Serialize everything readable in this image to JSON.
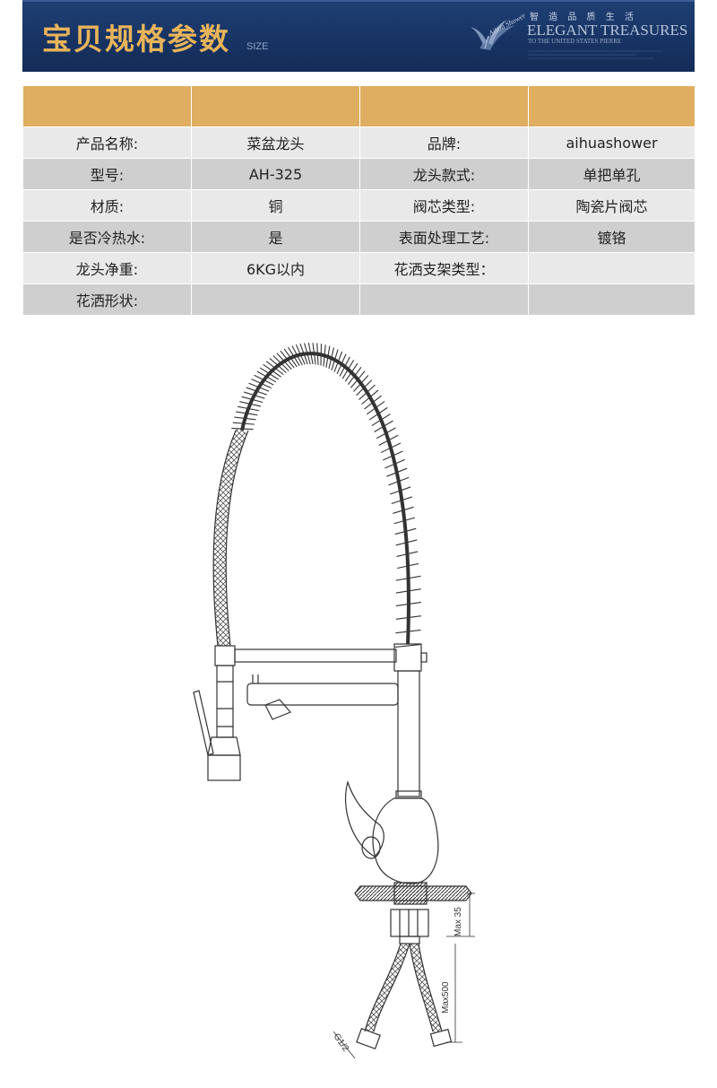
{
  "header": {
    "title": "宝贝规格参数",
    "subtitle": "SIZE",
    "brand_cn": "智 造 品 质 生 活",
    "brand_en": "ELEGANT TREASURES",
    "brand_en_small": "TO THE UNITED STATES PIERRE",
    "logo_text": "Aihua Shower"
  },
  "spec_table": {
    "header_row": [
      "",
      "",
      "",
      ""
    ],
    "rows": [
      {
        "label1": "产品名称:",
        "value1": "菜盆龙头",
        "label2": "品牌:",
        "value2": "aihuashower"
      },
      {
        "label1": "型号:",
        "value1": "AH-325",
        "label2": "龙头款式:",
        "value2": "单把单孔"
      },
      {
        "label1": "材质:",
        "value1": "铜",
        "label2": "阀芯类型:",
        "value2": "陶瓷片阀芯"
      },
      {
        "label1": "是否冷热水:",
        "value1": "是",
        "label2": "表面处理工艺:",
        "value2": "镀铬"
      },
      {
        "label1": "龙头净重:",
        "value1": "6KG以内",
        "label2": "花洒支架类型：",
        "value2": ""
      },
      {
        "label1": "花洒形状:",
        "value1": "",
        "label2": "",
        "value2": ""
      }
    ]
  },
  "drawing": {
    "dim_max35": "Max 35",
    "dim_max500": "Max500",
    "dim_thread": "G1/2"
  },
  "colors": {
    "banner_bg": "#183464",
    "title_gold": "#e8b45a",
    "table_header": "#e0ae60",
    "row_light": "#e9e9e9",
    "row_dark": "#cfcfcf",
    "line": "#333333"
  }
}
